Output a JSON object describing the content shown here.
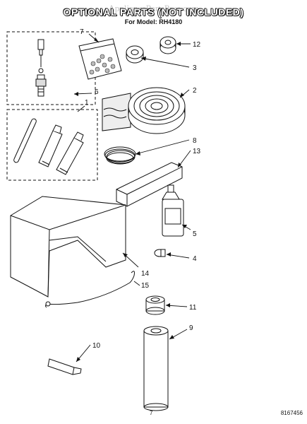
{
  "header": {
    "watermark": "AppliancePartsPros.com",
    "title": "OPTIONAL PARTS (NOT INCLUDED)",
    "subtitle": "For Model: RH4180"
  },
  "callouts": [
    "7",
    "12",
    "3",
    "6",
    "2",
    "1",
    "8",
    "13",
    "5",
    "4",
    "14",
    "15",
    "11",
    "9",
    "10"
  ],
  "footer": {
    "page_number": "7",
    "drawing_code": "8167456"
  }
}
